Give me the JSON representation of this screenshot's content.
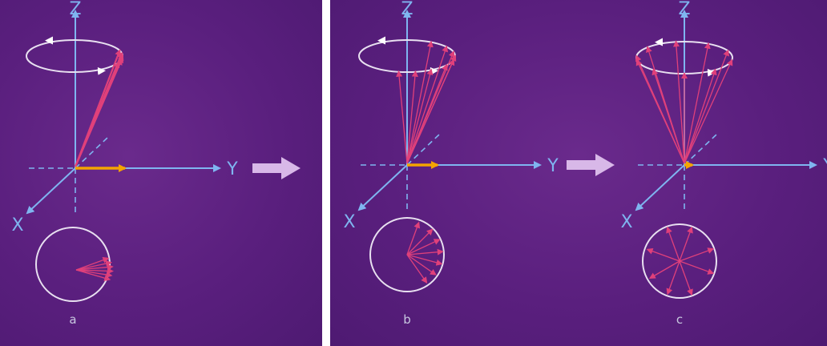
{
  "figure": {
    "axis_labels": {
      "z": "Z",
      "y": "Y",
      "x": "X"
    },
    "panels": [
      {
        "id": "a",
        "caption": "a"
      },
      {
        "id": "b",
        "caption": "b"
      },
      {
        "id": "c",
        "caption": "c"
      }
    ],
    "colors": {
      "background": "#5a1f7e",
      "axis": "#7fb5f0",
      "spin_vector": "#e0407a",
      "net_magnetization": "#f4a400",
      "circle": "#e8e0f0",
      "transition_arrow": "#d8b8e8"
    }
  }
}
